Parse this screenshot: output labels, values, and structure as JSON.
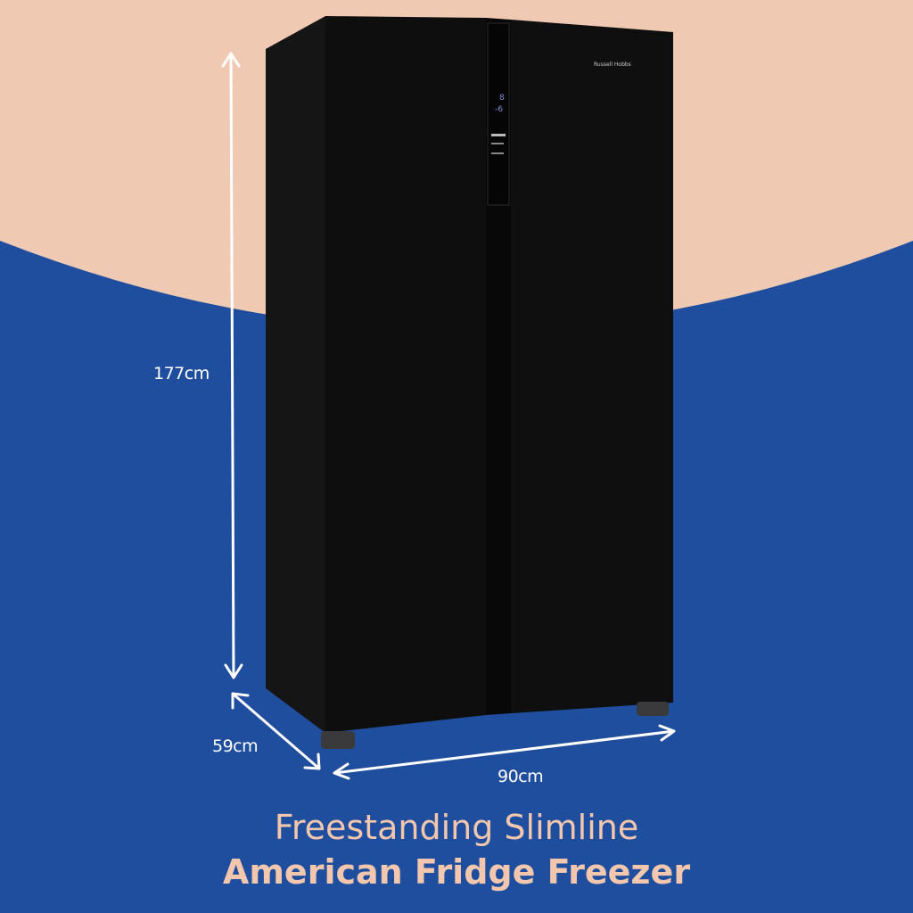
{
  "colors": {
    "background_top": "#f0c9b3",
    "background_bottom": "#1f4e9e",
    "title": "#f2c7ae",
    "fridge": "#0d0d0e"
  },
  "product": {
    "brand_logo": "Russell Hobbs"
  },
  "dimensions": {
    "height": "177cm",
    "depth": "59cm",
    "width": "90cm"
  },
  "title": {
    "line1": "Freestanding Slimline",
    "line2": "American Fridge Freezer"
  }
}
